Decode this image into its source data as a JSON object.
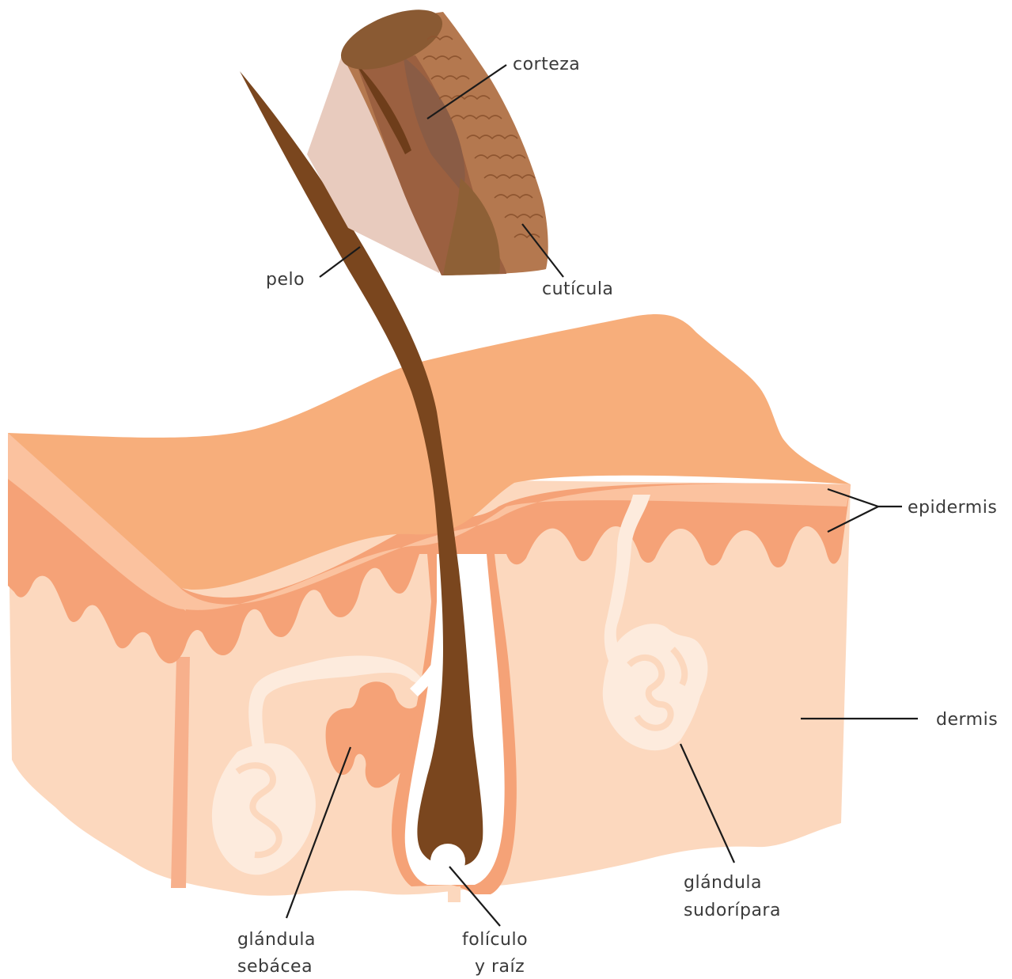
{
  "labels": {
    "corteza": "corteza",
    "pelo": "pelo",
    "cuticula": "cutícula",
    "epidermis": "epidermis",
    "dermis": "dermis",
    "glandula_sudoripara_1": "glándula",
    "glandula_sudoripara_2": "sudorípara",
    "glandula_sebacea_1": "glándula",
    "glandula_sebacea_2": "sebácea",
    "foliculo_1": "folículo",
    "foliculo_2": "y raíz"
  },
  "colors": {
    "skin_surface": "#F7AE7B",
    "epidermis_band": "#FBC29F",
    "epidermis_ridges": "#F5A277",
    "dermis": "#FCD8BE",
    "hair": "#7A461E",
    "cortex": "#8A5C45",
    "cuticle": "#B4784F",
    "gland": "#FDEBDD",
    "sebaceous": "#F5A277"
  }
}
